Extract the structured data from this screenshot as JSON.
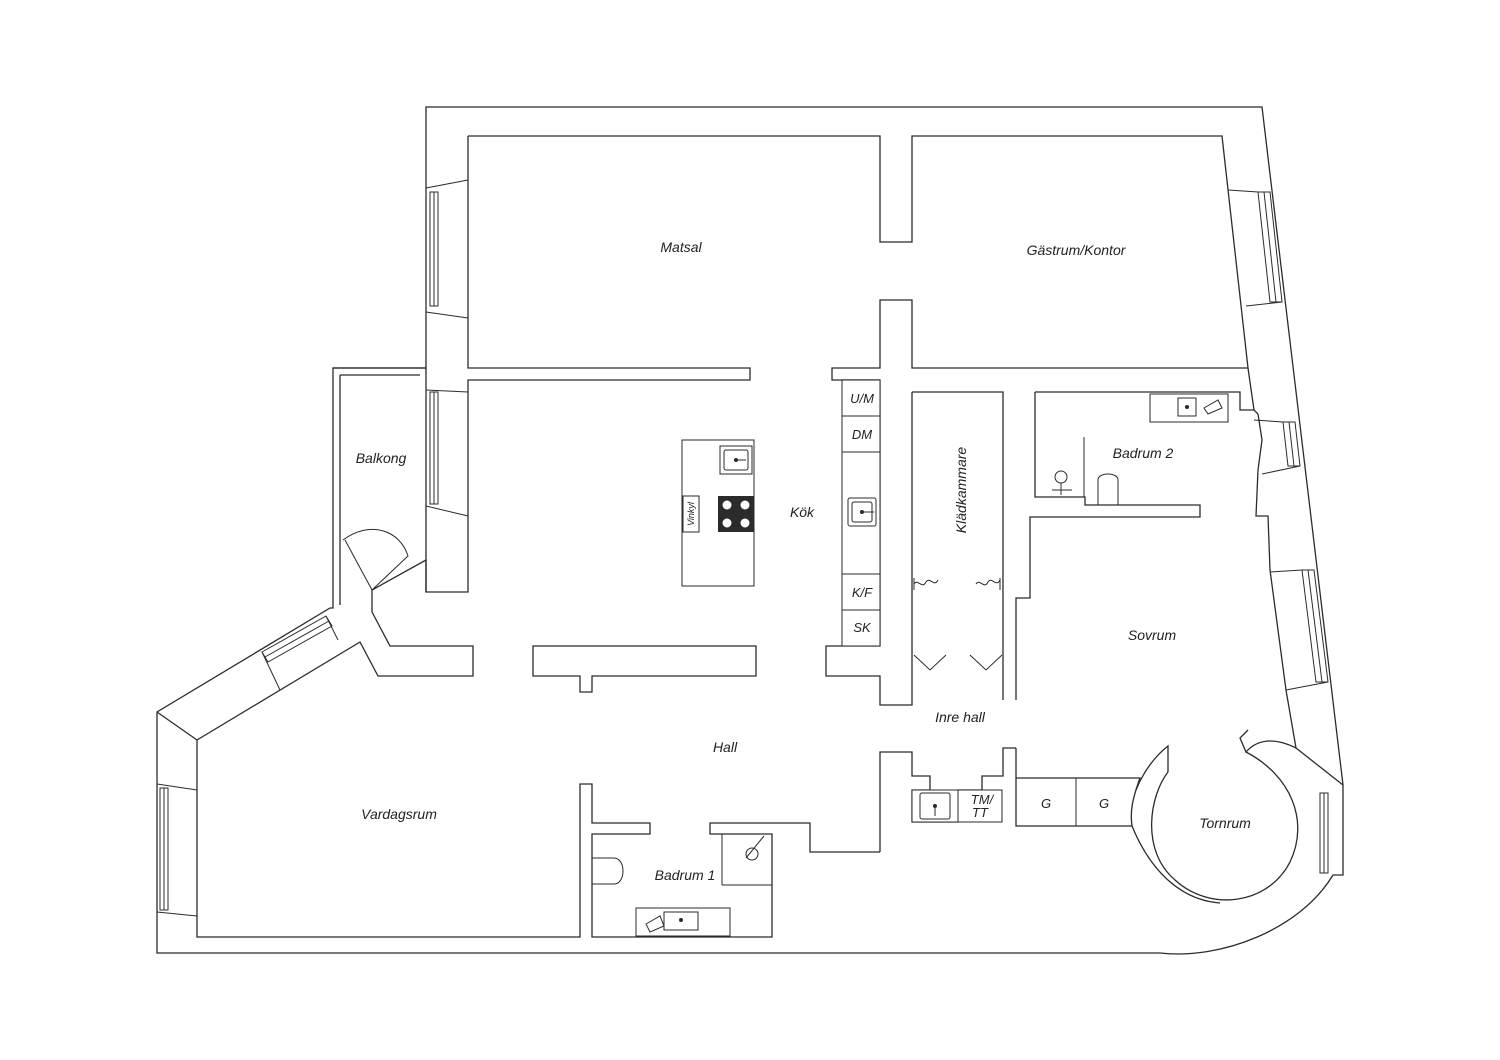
{
  "rooms": {
    "matsal": "Matsal",
    "gastrum": "Gästrum/Kontor",
    "balkong": "Balkong",
    "kok": "Kök",
    "kladkammare": "Klädkammare",
    "badrum2": "Badrum 2",
    "sovrum": "Sovrum",
    "inre_hall": "Inre hall",
    "hall": "Hall",
    "vardagsrum": "Vardagsrum",
    "badrum1": "Badrum 1",
    "tornrum": "Tornrum"
  },
  "fixtures": {
    "um": "U/M",
    "dm": "DM",
    "kf": "K/F",
    "sk": "SK",
    "vinkyl": "Vinkyl",
    "tm": "TM/",
    "tt": "TT",
    "g1": "G",
    "g2": "G"
  }
}
